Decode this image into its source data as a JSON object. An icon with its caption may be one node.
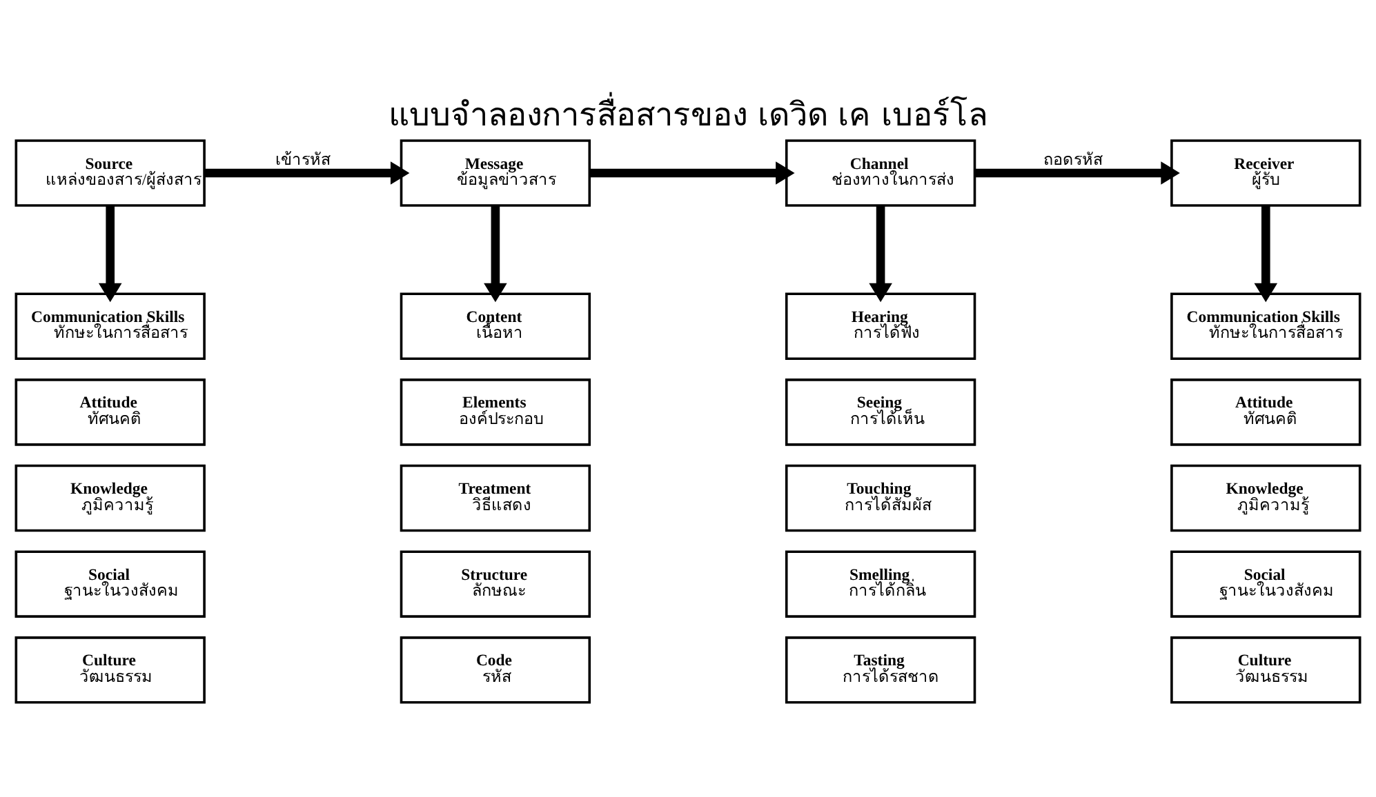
{
  "diagram": {
    "title": "แบบจำลองการสื่อสารของ เดวิด เค เบอร์โล",
    "nodes": [
      {
        "text": [
          "Source",
          "แหล่งของสาร/ผู้ส่งสาร"
        ]
      },
      {
        "text": [
          "Message",
          "ข้อมูลข่าวสาร"
        ]
      },
      {
        "text": [
          "Channel",
          "ช่องทางในการส่ง"
        ]
      },
      {
        "text": [
          "Receiver",
          "ผู้รับ"
        ]
      },
      {
        "text": [
          "Communication Skills",
          "ทักษะในการสื่อสาร"
        ]
      },
      {
        "text": [
          "Attitude",
          "ทัศนคติ"
        ]
      },
      {
        "text": [
          "Knowledge",
          "ภูมิความรู้"
        ]
      },
      {
        "text": [
          "Social",
          "ฐานะในวงสังคม"
        ]
      },
      {
        "text": [
          "Culture",
          "วัฒนธรรม"
        ]
      },
      {
        "text": [
          "Content",
          "เนื้อหา"
        ]
      },
      {
        "text": [
          "Elements",
          "องค์ประกอบ"
        ]
      },
      {
        "text": [
          "Treatment",
          "วิธีแสดง"
        ]
      },
      {
        "text": [
          "Structure",
          "ลักษณะ"
        ]
      },
      {
        "text": [
          "Code",
          "รหัส"
        ]
      },
      {
        "text": [
          "Hearing",
          "การได้ฟัง"
        ]
      },
      {
        "text": [
          "Seeing",
          "การได้เห็น"
        ]
      },
      {
        "text": [
          "Touching",
          "การได้สัมผัส"
        ]
      },
      {
        "text": [
          "Smelling",
          "การได้กลิ่น"
        ]
      },
      {
        "text": [
          "Tasting",
          "การได้รสชาด"
        ]
      },
      {
        "text": [
          "Communication Skills",
          "ทักษะในการสื่อสาร"
        ]
      },
      {
        "text": [
          "Attitude",
          "ทัศนคติ"
        ]
      },
      {
        "text": [
          "Knowledge",
          "ภูมิความรู้"
        ]
      },
      {
        "text": [
          "Social",
          "ฐานะในวงสังคม"
        ]
      },
      {
        "text": [
          "Culture",
          "วัฒนธรรม"
        ]
      }
    ],
    "edges": [
      {
        "from": 0,
        "to": 1,
        "arrow": "to",
        "label": "เข้ารหัส"
      },
      {
        "from": 1,
        "to": 2,
        "arrow": "to"
      },
      {
        "from": 2,
        "to": 3,
        "arrow": "to",
        "label": "ถอดรหัส"
      },
      {
        "from": 0,
        "to": 4,
        "arrow": "to"
      },
      {
        "from": 1,
        "to": 9,
        "arrow": "to"
      },
      {
        "from": 2,
        "to": 14,
        "arrow": "to"
      },
      {
        "from": 3,
        "to": 19,
        "arrow": "to"
      }
    ]
  }
}
